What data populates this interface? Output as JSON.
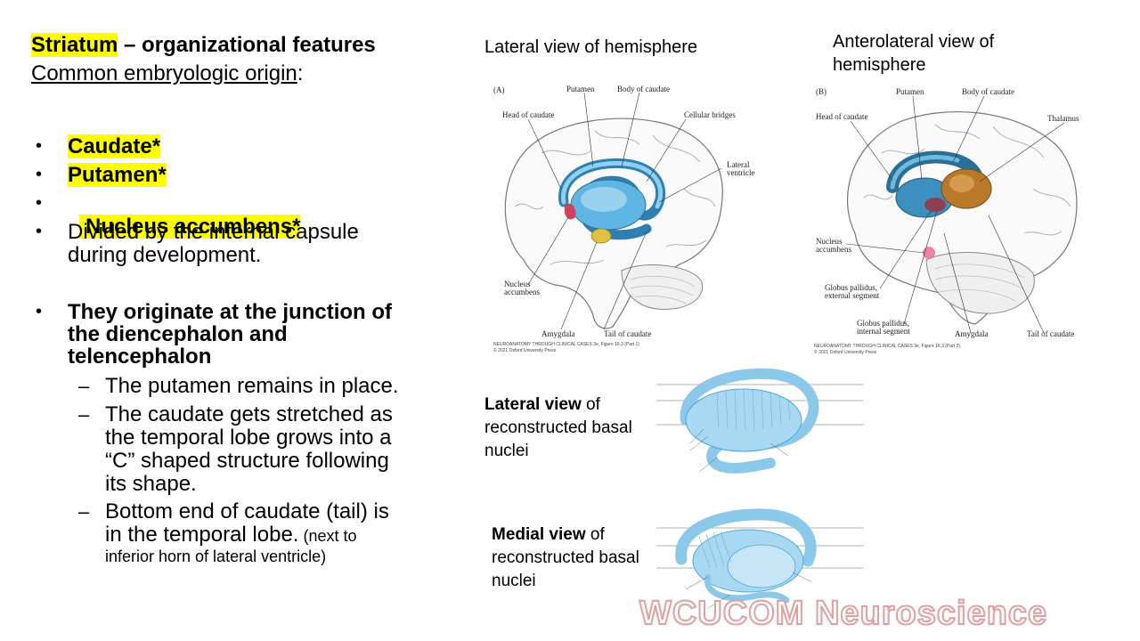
{
  "title": {
    "part1": "Striatum",
    "part2": " – organizational features",
    "line2_underlined": "Common embryologic origin",
    "line2_colon": ":"
  },
  "bullets": [
    {
      "text": "Caudate*"
    },
    {
      "text": "Putamen*"
    },
    {
      "text": " Nucleus accumbens*"
    },
    {
      "line1": "Divided by the internal capsule",
      "line2": "during development."
    },
    {
      "line1": "They originate at the junction of",
      "line2": "the diencephalon and",
      "line3": "telencephalon"
    }
  ],
  "subbullets": [
    {
      "line1": "The putamen remains in place."
    },
    {
      "line1": "The caudate gets stretched as",
      "line2": "the temporal lobe grows into a",
      "line3": "“C” shaped structure following",
      "line4": "its shape."
    },
    {
      "line1": "Bottom end of caudate (tail) is",
      "line2_main": "in the temporal lobe.",
      "line2_small": " (next to",
      "line3_small": "inferior horn of lateral ventricle)"
    }
  ],
  "figure_titles": {
    "lateral_hemisphere": "Lateral view of hemisphere",
    "anterolateral_line1": "Anterolateral view of",
    "anterolateral_line2": "hemisphere"
  },
  "captions": {
    "lateral_bold": "Lateral view",
    "lateral_rest": " of",
    "lateral_line2": "reconstructed basal",
    "lateral_line3": "nuclei",
    "medial_bold": "Medial view",
    "medial_rest": " of",
    "medial_line2": "reconstructed basal",
    "medial_line3": "nuclei"
  },
  "figA_labels": {
    "panel": "(A)",
    "putamen": "Putamen",
    "body_caudate": "Body of caudate",
    "head_caudate": "Head of caudate",
    "cellular_bridges": "Cellular bridges",
    "lateral_ventricle_1": "Lateral",
    "lateral_ventricle_2": "ventricle",
    "nucleus_accumbens_1": "Nucleus",
    "nucleus_accumbens_2": "accumbens",
    "amygdala": "Amygdala",
    "tail_caudate": "Tail of caudate",
    "credit": "NEUROANATOMY THROUGH CLINICAL CASES 3e, Figure 16.3 (Part 1)",
    "credit2": "© 2021 Oxford University Press"
  },
  "figB_labels": {
    "panel": "(B)",
    "putamen": "Putamen",
    "body_caudate": "Body of caudate",
    "head_caudate": "Head of caudate",
    "thalamus": "Thalamus",
    "nucleus_accumbens_1": "Nucleus",
    "nucleus_accumbens_2": "accumbens",
    "gp_ext_1": "Globus pallidus,",
    "gp_ext_2": "external segment",
    "gp_int_1": "Globus pallidus,",
    "gp_int_2": "internal segment",
    "amygdala": "Amygdala",
    "tail_caudate": "Tail of caudate",
    "credit": "NEUROANATOMY THROUGH CLINICAL CASES 3e, Figure 16.3 (Part 2)",
    "credit2": "© 2021 Oxford University Press"
  },
  "watermark": "WCUCOM Neuroscience",
  "colors": {
    "highlight": "#ffff00",
    "structure_blue": "#4aa8d8",
    "structure_light": "#a9d8f2",
    "putamen_brown": "#b87a2a",
    "accumbens_red": "#d04060",
    "amygdala_yellow": "#e0c040",
    "watermark_outline": "#e0a0a0"
  }
}
